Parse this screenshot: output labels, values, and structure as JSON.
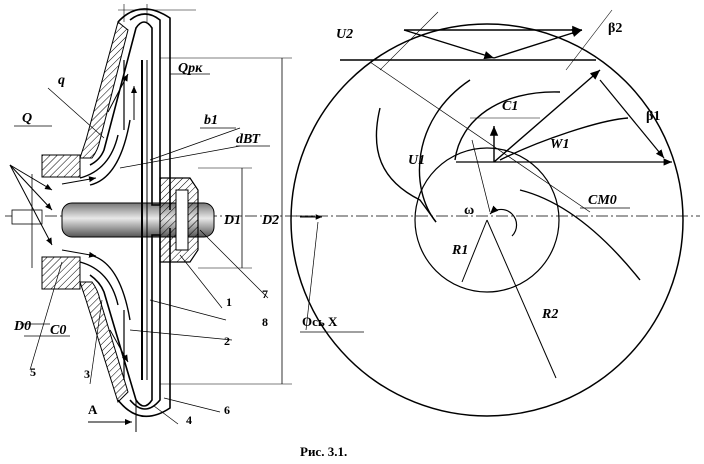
{
  "caption": "Рис. 3.1.",
  "left_view": {
    "labels": {
      "Q": "Q",
      "q": "q",
      "Q_pk": "Qрк",
      "b1": "b1",
      "d_vt": "dВТ",
      "D1": "D1",
      "D2": "D2",
      "D0": "D0",
      "C0": "C0",
      "A": "A"
    },
    "parts": [
      "1",
      "2",
      "3",
      "4",
      "5",
      "6",
      "7",
      "8"
    ]
  },
  "right_view": {
    "labels": {
      "U2": "U2",
      "beta2": "β2",
      "C1": "C1",
      "beta1": "β1",
      "U1": "U1",
      "W1": "W1",
      "C_M0": "CM0",
      "omega": "ω",
      "R1": "R1",
      "R2": "R2",
      "axis_x": "Ось X"
    }
  }
}
